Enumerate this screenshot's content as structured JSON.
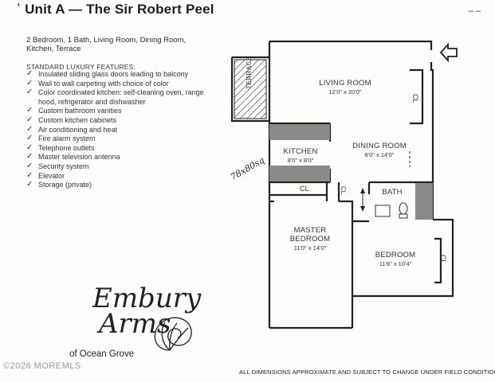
{
  "header": {
    "mark": "'",
    "title": "Unit A — The Sir Robert Peel",
    "corner": "– ‒"
  },
  "summary": "2 Bedroom, 1 Bath, Living Room, Dining Room, Kitchen, Terrace",
  "features_heading": "STANDARD LUXURY FEATURES:",
  "features": [
    "Insulated sliding glass doors leading to balcony",
    "Wall to wall carpeting with choice of color",
    "Color coordinated kitchen: self-cleaning oven, range hood, refrigerator and dishwasher",
    "Custom bathroom vanities",
    "Custom kitchen cabinets",
    "Air conditioning and heat",
    "Fire alarm system",
    "Telephone outlets",
    "Master television antenna",
    "Security system",
    "Elevator",
    "Storage (private)"
  ],
  "check_glyph": "✓",
  "rooms": {
    "living": {
      "name": "LIVING ROOM",
      "dims": "12'0\" x 20'0\""
    },
    "dining": {
      "name": "DINING ROOM",
      "dims": "8'0\" x 14'0\""
    },
    "kitchen": {
      "name": "KITCHEN",
      "dims": "8'0\" x 8'0\""
    },
    "bath": {
      "name": "BATH"
    },
    "master": {
      "name": "MASTER BEDROOM",
      "name_line1": "MASTER",
      "name_line2": "BEDROOM",
      "dims": "11'0\" x 14'0\""
    },
    "bedroom": {
      "name": "BEDROOM",
      "dims": "11'6\" x 10'4\""
    },
    "terrace": {
      "name": "TERRACE"
    }
  },
  "closet_label": "CL",
  "handwritten_note": "78x80sq",
  "logo": {
    "line1": "Embury",
    "line2": "Arms",
    "subtitle": "of Ocean Grove"
  },
  "watermark": "©2026 MOREMLS",
  "disclaimer": "ALL DIMENSIONS APPROXIMATE AND SUBJECT TO CHANGE UNDER FIELD CONDITIONS",
  "colors": {
    "ink": "#222222",
    "wall_gray": "#8a8a8a",
    "background": "#fdfdfb"
  },
  "icons": [
    "entry-arrow-icon",
    "shell-logo-icon",
    "check-icon"
  ]
}
